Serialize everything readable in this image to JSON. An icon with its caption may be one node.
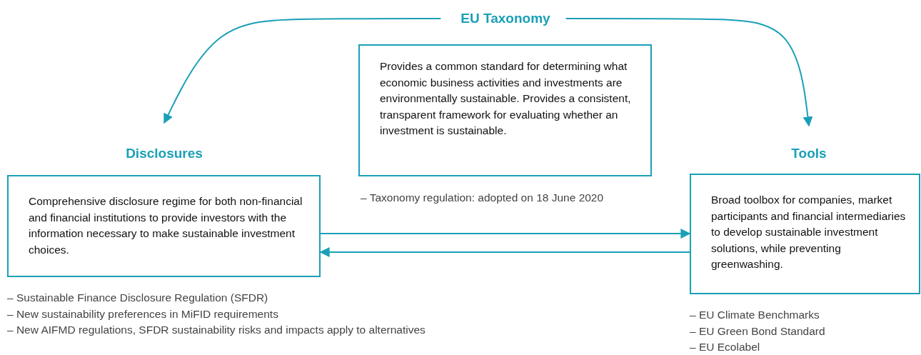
{
  "diagram": {
    "nodes": [
      {
        "text": [
          "EU Taxonomy",
          "Provides a common standard for determining what economic business activities and investments are environmentally sustainable. Provides a consistent, transparent framework for evaluating whether an investment is sustainable."
        ],
        "beside": [
          "– Taxonomy regulation: adopted on 18 June 2020"
        ]
      },
      {
        "text": [
          "Disclosures",
          "Comprehensive disclosure regime for both non-financial and financial institutions to provide investors with the information necessary to make sustainable investment choices."
        ],
        "beside": [
          "– Sustainable Finance Disclosure Regulation (SFDR)",
          "– New sustainability preferences in MiFID requirements",
          "– New AIFMD regulations, SFDR sustainability risks and impacts apply to alternatives"
        ]
      },
      {
        "text": [
          "Tools",
          "Broad toolbox for companies, market participants and financial intermediaries to develop sustainable investment solutions, while preventing greenwashing."
        ],
        "beside": [
          "– EU Climate Benchmarks",
          "– EU Green Bond Standard",
          "– EU Ecolabel"
        ]
      }
    ],
    "edges": [
      {
        "from": 0,
        "to": 1,
        "arrow": "to"
      },
      {
        "from": 0,
        "to": 2,
        "arrow": "to"
      },
      {
        "from": 1,
        "to": 2,
        "arrow": "to"
      },
      {
        "from": 2,
        "to": 1,
        "arrow": "to"
      }
    ]
  }
}
